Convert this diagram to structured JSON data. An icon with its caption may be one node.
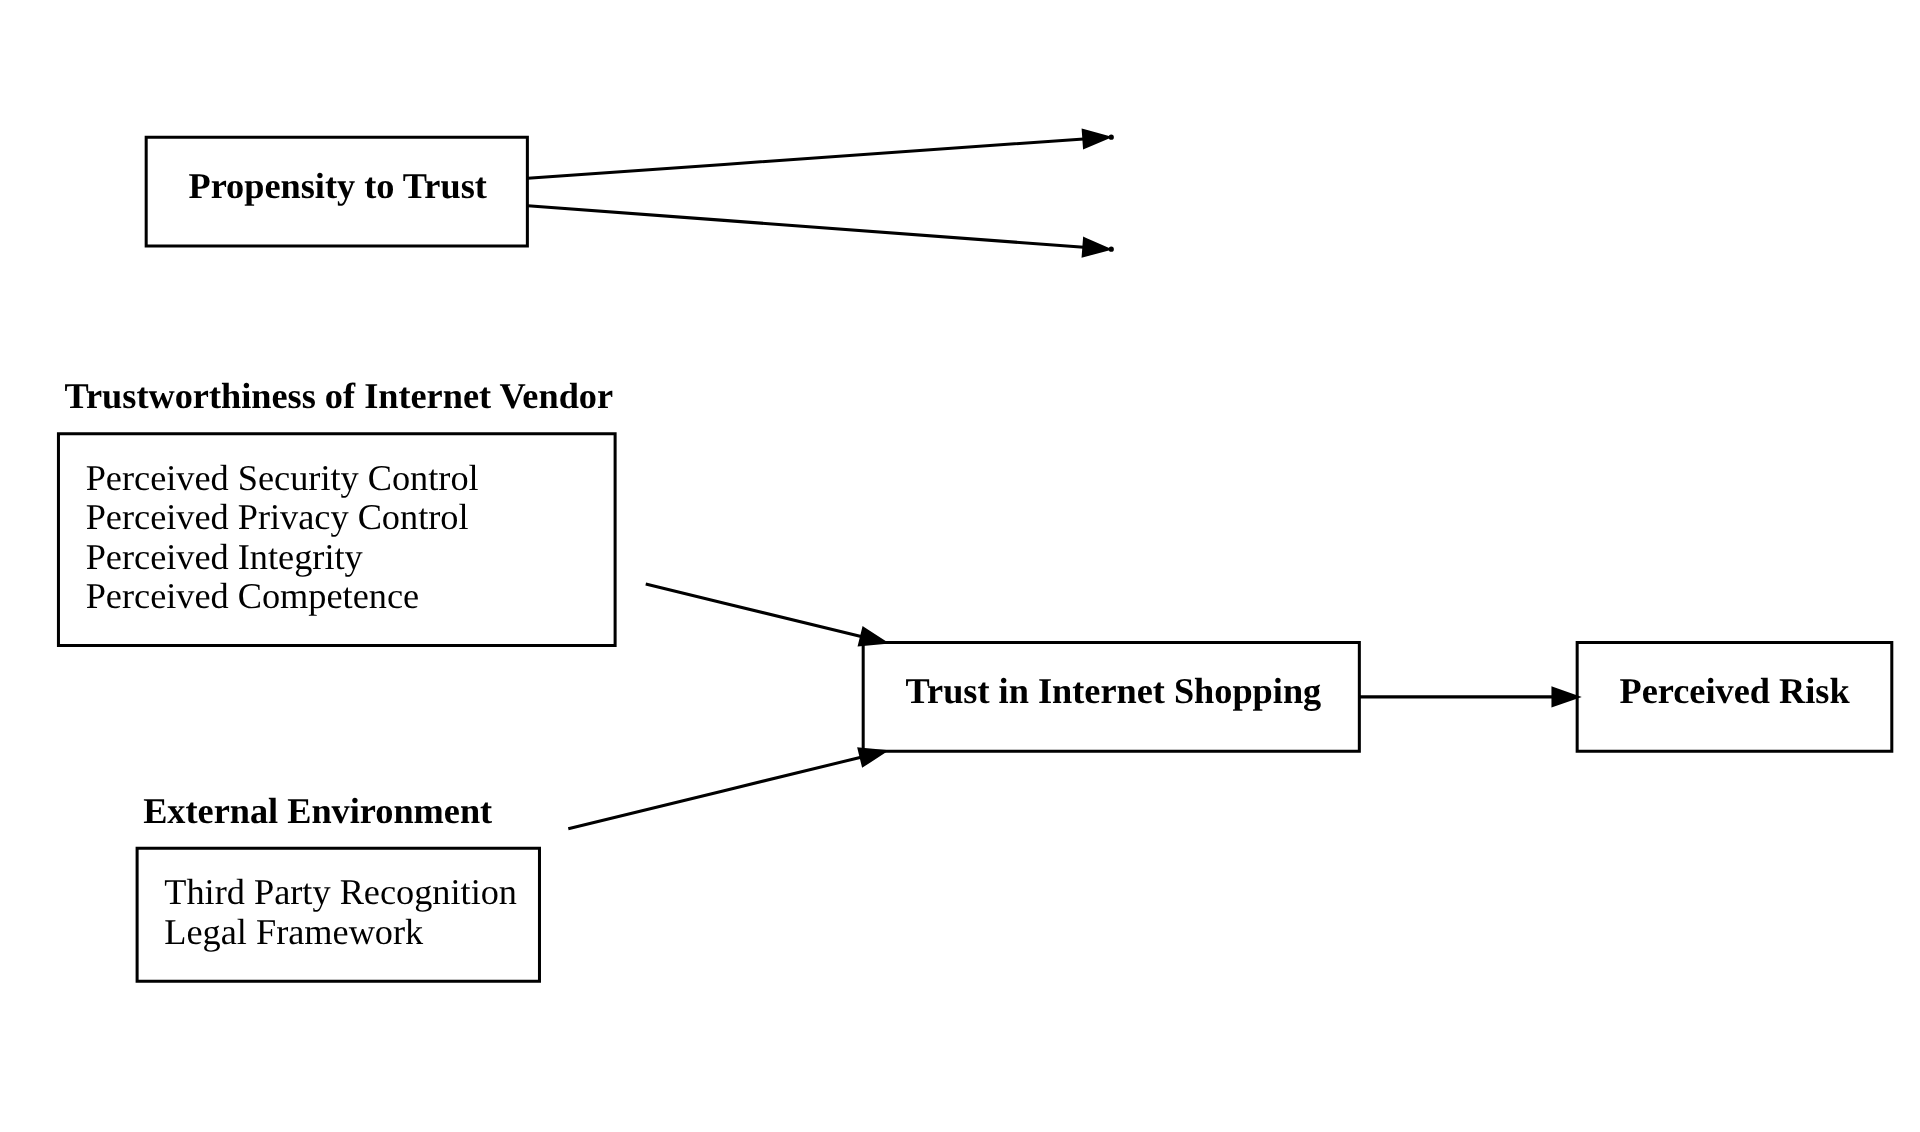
{
  "diagram": {
    "nodes": [
      {
        "text": [
          "Trustworthiness of Internet Vendor",
          "Perceived Security Control",
          "Perceived Privacy Control",
          "Perceived Integrity",
          "Perceived Competence"
        ]
      },
      {
        "text": [
          "External Environment",
          "Third Party Recognition",
          "Legal Framework"
        ]
      },
      {
        "text": [
          "Trust in Internet Shopping"
        ]
      },
      {
        "text": [
          "Perceived Risk"
        ]
      },
      {
        "text": [
          "Propensity to Trust"
        ]
      }
    ],
    "edges": [
      {
        "from": 0,
        "to": 2,
        "arrow": "to"
      },
      {
        "from": 1,
        "to": 2,
        "arrow": "to"
      },
      {
        "from": 2,
        "to": 3,
        "arrow": "to"
      },
      {
        "from": 4,
        "to": null,
        "arrow": "to"
      },
      {
        "from": 4,
        "to": null,
        "arrow": "to"
      }
    ]
  }
}
